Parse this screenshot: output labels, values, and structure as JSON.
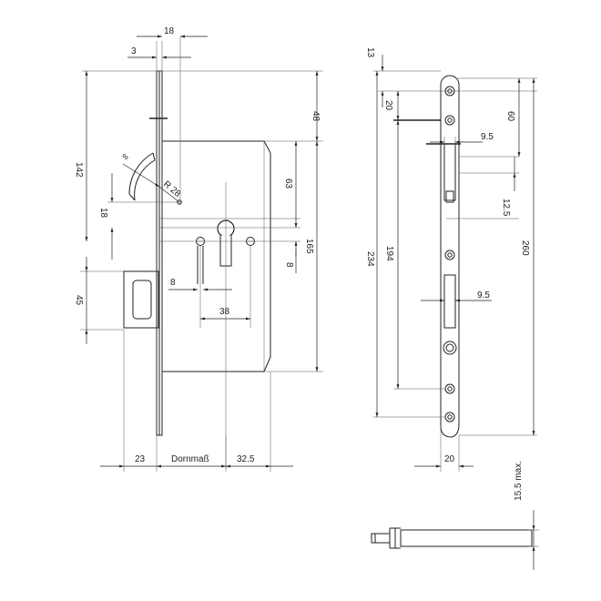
{
  "drawing": {
    "line_color": "#222222",
    "background": "#ffffff",
    "front_view": {
      "dims": {
        "faceplate_thickness": "3",
        "faceplate_offset": "18",
        "top_to_case": "48",
        "height_142": "142",
        "swing_radius": "∞",
        "radius_28": "R 28",
        "handle_to_cylinder": "63",
        "height_165": "165",
        "eight_v": "8",
        "eighteen": "18",
        "latch_45": "45",
        "eight_h": "8",
        "center_38": "38",
        "left_23": "23",
        "backset": "Dornmaß",
        "right_32_5": "32.5"
      }
    },
    "side_view": {
      "dims": {
        "top_13": "13",
        "first_hole_20": "20",
        "to_latch_60": "60",
        "latch_9_5": "9.5",
        "latch_12_5": "12.5",
        "total_234": "234",
        "holes_194": "194",
        "total_260": "260",
        "bolt_9_5": "9.5",
        "width_20": "20",
        "max_15_5": "15.5 max."
      }
    }
  }
}
